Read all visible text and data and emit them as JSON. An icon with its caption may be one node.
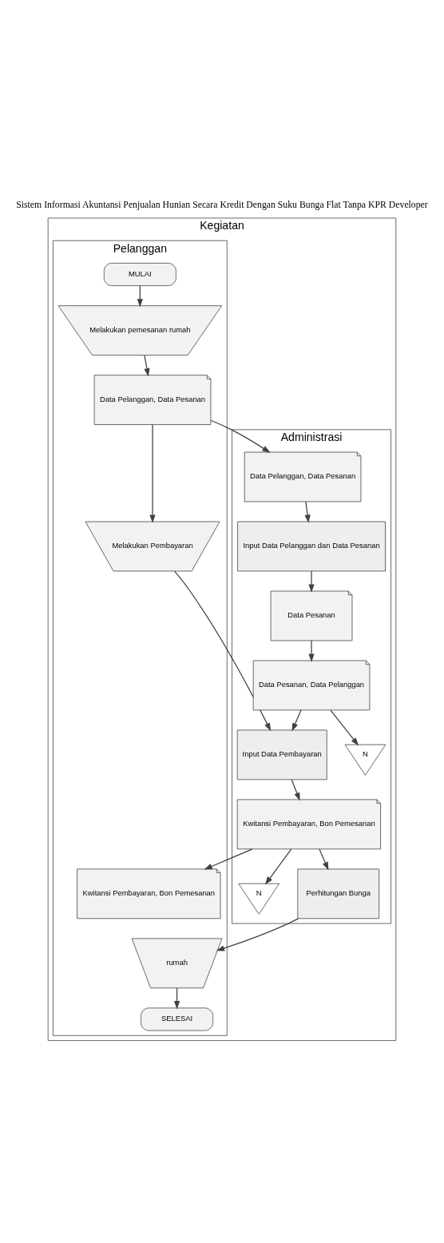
{
  "diagram": {
    "title": "Sistem Informasi Akuntansi Penjualan Hunian Secara Kredit Dengan Suku Bunga Flat Tanpa KPR Developer",
    "nodes": [
      {
        "text": [
          "Kegiatan"
        ]
      },
      {
        "text": [
          "Pelanggan"
        ],
        "in": 0
      },
      {
        "text": [
          "Administrasi"
        ],
        "in": 0
      },
      {
        "text": [
          "MULAI"
        ],
        "in": 1
      },
      {
        "text": [
          "Melakukan pemesanan rumah"
        ],
        "in": 1
      },
      {
        "text": [
          "Data Pelanggan, Data Pesanan"
        ],
        "in": 1
      },
      {
        "text": [
          "Melakukan Pembayaran"
        ],
        "in": 1
      },
      {
        "text": [
          "Kwitansi Pembayaran, Bon Pemesanan"
        ],
        "in": 1
      },
      {
        "text": [
          "rumah"
        ],
        "in": 1
      },
      {
        "text": [
          "SELESAI"
        ],
        "in": 1
      },
      {
        "text": [
          "Data Pelanggan, Data Pesanan"
        ],
        "in": 2
      },
      {
        "text": [
          "Input Data Pelanggan dan Data Pesanan"
        ],
        "in": 2
      },
      {
        "text": [
          "Data Pesanan"
        ],
        "in": 2
      },
      {
        "text": [
          "Data Pesanan, Data Pelanggan"
        ],
        "in": 2
      },
      {
        "text": [
          "N"
        ],
        "in": 2
      },
      {
        "text": [
          "Input Data Pembayaran"
        ],
        "in": 2
      },
      {
        "text": [
          "Kwitansi Pembayaran, Bon Pemesanan"
        ],
        "in": 2
      },
      {
        "text": [
          "N"
        ],
        "in": 2
      },
      {
        "text": [
          "Perhitungan Bunga"
        ],
        "in": 2
      }
    ],
    "edges": [
      {
        "from": 3,
        "to": 4,
        "arrow": "to"
      },
      {
        "from": 4,
        "to": 5,
        "arrow": "to"
      },
      {
        "from": 5,
        "to": 10,
        "arrow": "to"
      },
      {
        "from": 10,
        "to": 11,
        "arrow": "to"
      },
      {
        "from": 11,
        "to": 12,
        "arrow": "to"
      },
      {
        "from": 12,
        "to": 13,
        "arrow": "to"
      },
      {
        "from": 13,
        "to": 14,
        "arrow": "to"
      },
      {
        "from": 13,
        "to": 15,
        "arrow": "to"
      },
      {
        "from": 5,
        "to": 6,
        "arrow": "to"
      },
      {
        "from": 6,
        "to": 15,
        "arrow": "to"
      },
      {
        "from": 15,
        "to": 16,
        "arrow": "to"
      },
      {
        "from": 16,
        "to": 7,
        "arrow": "to"
      },
      {
        "from": 16,
        "to": 17,
        "arrow": "to"
      },
      {
        "from": 16,
        "to": 18,
        "arrow": "to"
      },
      {
        "from": 18,
        "to": 8,
        "arrow": "to"
      },
      {
        "from": 8,
        "to": 9,
        "arrow": "to"
      }
    ]
  }
}
